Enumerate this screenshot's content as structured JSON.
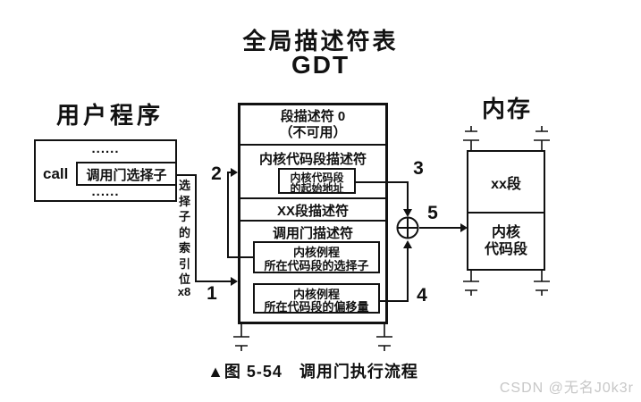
{
  "title": {
    "line1": "全局描述符表",
    "line2": "GDT"
  },
  "user_program": {
    "heading": "用户程序",
    "dots_top": "......",
    "call_label": "call",
    "selector_label": "调用门选择子",
    "dots_bottom": "......",
    "side_note_vertical": "选择子的索引位",
    "side_note_suffix": "x8"
  },
  "gdt": {
    "rows": [
      {
        "title": "段描述符 0",
        "subtitle": "（不可用）"
      },
      {
        "title": "内核代码段描述符",
        "inner_box": {
          "line1": "内核代码段",
          "line2": "的起始地址"
        }
      },
      {
        "title": "XX段描述符"
      },
      {
        "title": "调用门描述符",
        "inner_boxes": [
          {
            "line1": "内核例程",
            "line2": "所在代码段的选择子"
          },
          {
            "line1": "内核例程",
            "line2": "所在代码段的偏移量"
          }
        ]
      }
    ]
  },
  "memory": {
    "heading": "内存",
    "top_segment": "xx段",
    "bottom_segment_line1": "内核",
    "bottom_segment_line2": "代码段"
  },
  "steps": [
    "1",
    "2",
    "3",
    "4",
    "5"
  ],
  "adder": {
    "symbol": "plus-in-circle"
  },
  "caption": "▲图 5-54　调用门执行流程",
  "watermark": "CSDN @无名J0k3r",
  "colors": {
    "ink": "#111111",
    "watermark": "#c7c7c7",
    "background": "#ffffff"
  }
}
